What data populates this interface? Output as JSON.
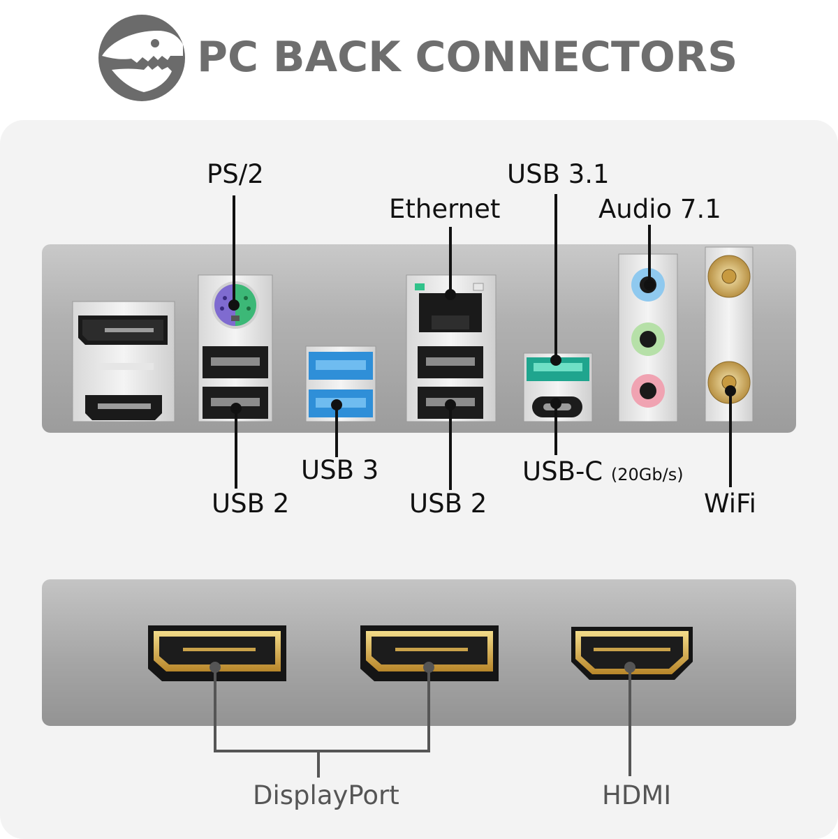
{
  "header": {
    "title": "PC BACK CONNECTORS",
    "logo_icon": "dinosaur-skull-icon"
  },
  "connectors_top": {
    "ps2": "PS/2",
    "ethernet": "Ethernet",
    "usb31": "USB 3.1",
    "audio": "Audio 7.1",
    "usb2_left": "USB 2",
    "usb3": "USB 3",
    "usb2_mid": "USB 2",
    "usbc": "USB-C",
    "usbc_speed": "(20Gb/s)",
    "wifi": "WiFi"
  },
  "connectors_bottom": {
    "displayport": "DisplayPort",
    "hdmi": "HDMI"
  },
  "colors": {
    "title": "#6e6e6e",
    "card": "#f3f3f3",
    "usb3_blue": "#2f8fd8",
    "usb31_teal": "#1fa58e",
    "ps2_purple": "#7f6bd0",
    "ps2_green": "#3cb877",
    "audio_blue": "#8fc9ef",
    "audio_green": "#b6e0a8",
    "audio_pink": "#f0a3b2",
    "gold": "#d9b24a"
  }
}
